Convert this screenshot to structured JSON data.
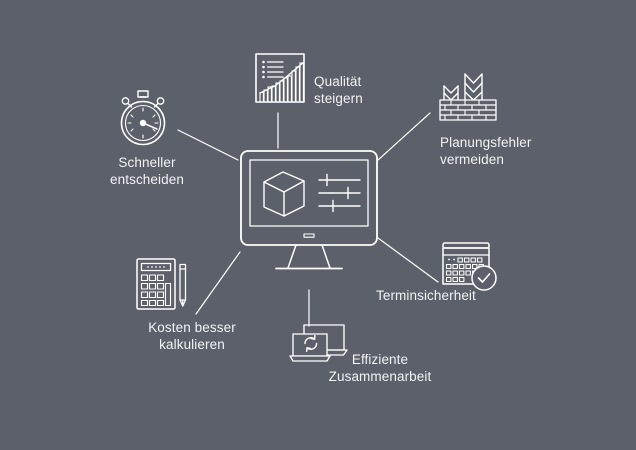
{
  "diagram": {
    "title": "BIM Vorteile Infografik",
    "background_color": "#5b606a",
    "line_color": "#ffffff",
    "text_color": "#f2f3f4",
    "center": {
      "icon": "monitor-3d-cube-sliders-icon",
      "label": ""
    },
    "nodes": [
      {
        "id": "qualitaet",
        "icon": "bar-chart-growth-icon",
        "label": "Qualität\nsteigern",
        "align": "right"
      },
      {
        "id": "planungsfehler",
        "icon": "brick-wall-crane-icon",
        "label": "Planungsfehler\nvermeiden",
        "align": "right"
      },
      {
        "id": "terminsicherheit",
        "icon": "calendar-check-icon",
        "label": "Terminsicherheit",
        "align": "right"
      },
      {
        "id": "zusammenarbeit",
        "icon": "laptops-sync-icon",
        "label": "Effiziente\nZusammenarbeit",
        "align": "right"
      },
      {
        "id": "kosten",
        "icon": "calculator-pencil-icon",
        "label": "Kosten besser\nkalkulieren",
        "align": "center"
      },
      {
        "id": "schneller",
        "icon": "stopwatch-icon",
        "label": "Schneller\nentscheiden",
        "align": "center"
      }
    ]
  }
}
